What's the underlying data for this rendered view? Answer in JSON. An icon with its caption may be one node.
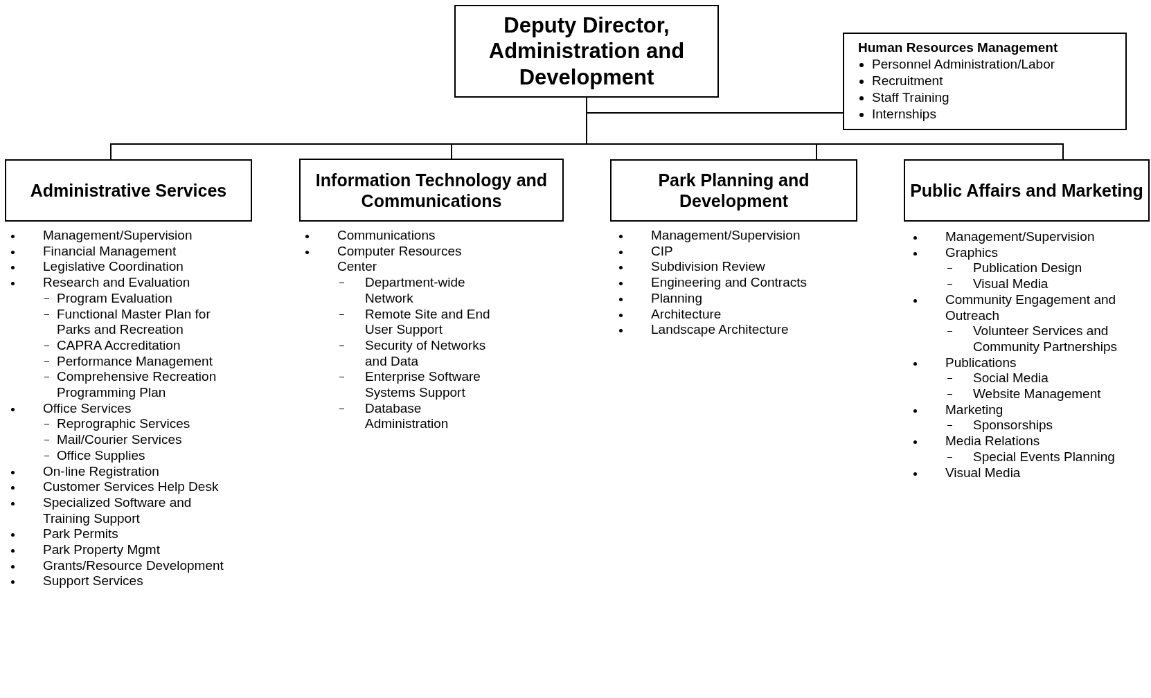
{
  "diagram": {
    "nodes": [
      {
        "text": [
          "Deputy Director, Administration and Development"
        ]
      },
      {
        "text": [
          "Human Resources Management",
          "Personnel Administration/Labor",
          "Recruitment",
          "Staff Training",
          "Internships"
        ]
      },
      {
        "text": [
          "Administrative Services"
        ],
        "beside": [
          "Management/Supervision",
          "Financial Management",
          "Legislative Coordination",
          "Research and Evaluation",
          "Program Evaluation",
          "Functional Master Plan for Parks and Recreation",
          "CAPRA Accreditation",
          "Performance Management",
          "Comprehensive Recreation Programming Plan",
          "Office Services",
          "Reprographic Services",
          "Mail/Courier Services",
          "Office Supplies",
          "On-line Registration",
          "Customer Services Help Desk",
          "Specialized Software and Training Support",
          "Park Permits",
          "Park Property Mgmt",
          "Grants/Resource Development",
          "Support Services"
        ]
      },
      {
        "text": [
          "Information Technology and Communications"
        ],
        "beside": [
          "Communications",
          "Computer Resources Center",
          "Department-wide Network",
          "Remote Site and End User Support",
          "Security of Networks and Data",
          "Enterprise Software Systems Support",
          "Database Administration"
        ]
      },
      {
        "text": [
          "Park Planning and Development"
        ],
        "beside": [
          "Management/Supervision",
          "CIP",
          "Subdivision Review",
          "Engineering and Contracts",
          "Planning",
          "Architecture",
          "Landscape Architecture"
        ]
      },
      {
        "text": [
          "Public Affairs and Marketing"
        ],
        "beside": [
          "Management/Supervision",
          "Graphics",
          "Publication Design",
          "Visual Media",
          "Community Engagement and Outreach",
          "Volunteer Services and Community Partnerships",
          "Publications",
          "Social Media",
          "Website Management",
          "Marketing",
          "Sponsorships",
          "Media Relations",
          "Special Events Planning",
          "Visual Media"
        ]
      }
    ],
    "edges": [
      {
        "from": 0,
        "to": 1,
        "arrow": "none"
      },
      {
        "from": 0,
        "to": 2,
        "arrow": "none"
      },
      {
        "from": 0,
        "to": 3,
        "arrow": "none"
      },
      {
        "from": 0,
        "to": 4,
        "arrow": "none"
      },
      {
        "from": 0,
        "to": 5,
        "arrow": "none"
      }
    ]
  }
}
